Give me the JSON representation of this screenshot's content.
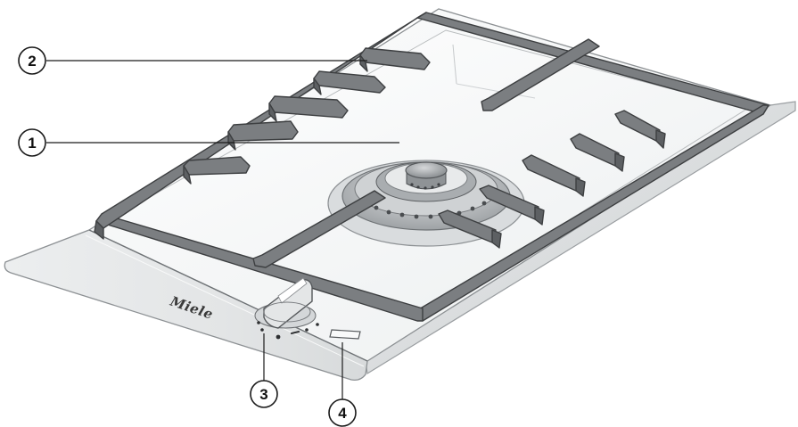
{
  "brand": "Miele",
  "callouts": [
    "1",
    "2",
    "3",
    "4"
  ],
  "colors": {
    "grate": "#777a7d",
    "grate_edge": "#3d3f41",
    "cooktop_top": "#f2f4f5",
    "cooktop_front": "#e3e5e6",
    "burner": "#b4b7ba"
  }
}
